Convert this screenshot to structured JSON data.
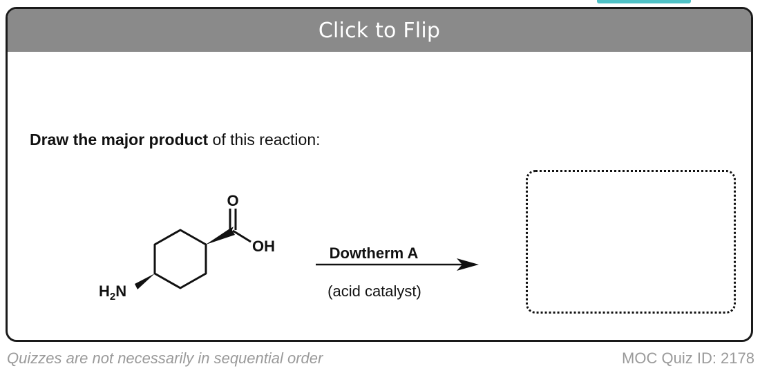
{
  "flip_label": "Click to Flip",
  "prompt": {
    "bold": "Draw the major product",
    "rest": " of this reaction:"
  },
  "reaction": {
    "reagent": "Dowtherm A",
    "condition": "(acid catalyst)",
    "atoms": {
      "oxygen": "O",
      "hydroxyl": "OH",
      "amine_h": "H",
      "amine_sub": "2",
      "amine_n": "N"
    }
  },
  "footer": {
    "note": "Quizzes are not necessarily in sequential order",
    "quiz_id": "MOC Quiz ID: 2178"
  },
  "colors": {
    "flip_bar": "#8a8a8a",
    "accent_tab": "#4fc1c6",
    "footer_text": "#9a9a9a"
  }
}
